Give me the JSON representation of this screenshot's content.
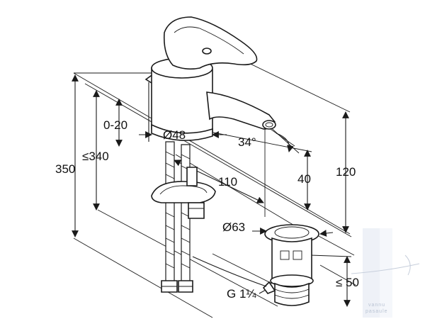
{
  "dimensions": {
    "d_350": "350",
    "d_le340": "≤340",
    "d_0_20": "0-20",
    "d_dia48": "Ø48",
    "d_34deg": "34°",
    "d_110": "110",
    "d_40": "40",
    "d_120": "120",
    "d_dia63": "Ø63",
    "d_le50": "≤ 50",
    "d_g1_1_4": "G 1¼"
  },
  "watermark": {
    "line1": "vannu",
    "line2": "pasaule"
  },
  "colors": {
    "ink": "#1a1a1a",
    "watermark": "#b9c3d3",
    "watermark_fill": "#eef1f7"
  }
}
